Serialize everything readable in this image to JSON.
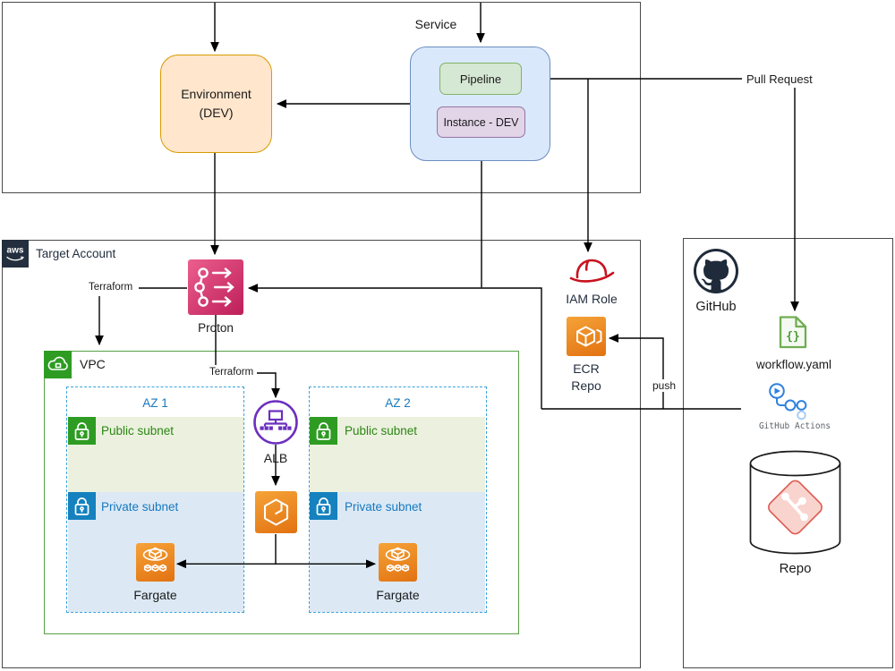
{
  "colors": {
    "line": "#000000",
    "frame": "#4a4a4a",
    "textdark": "#1a1a1a",
    "awsnavy": "#232F3E",
    "envfill": "#FFE6CC",
    "envborder": "#D79B00",
    "svcfill": "#DAE8FC",
    "svcborder": "#6C8EBF",
    "pipfill": "#D5E8D4",
    "pipborder": "#82B366",
    "instfill": "#E1D5E7",
    "instborder": "#9673A6",
    "proton1": "#EC5F8E",
    "proton2": "#BD1E59",
    "iamred": "#C7131F",
    "orange1": "#F5A338",
    "orange2": "#E27211",
    "vpcborder": "#56A146",
    "icongreen": "#2E9C23",
    "azblue": "#3DA3DC",
    "bluetext": "#1778BE",
    "subnetblue": "#1581BE",
    "greentext": "#2D8515",
    "publicbg": "#EBF1DE",
    "privatebg": "#DCE9F5",
    "albpurple": "#6C2FBF",
    "ghnavy": "#1F2B3A",
    "wfgreen": "#6FAE52",
    "wffill": "#F4FAF1",
    "wftext": "#4E9A3E",
    "actionsblue": "#2F81E0",
    "actionslight": "#A9CDF4",
    "gitfill": "#F9D3CD",
    "gitstroke": "#DC5A50",
    "labelgray": "#5F6368"
  },
  "top": {
    "service_label": "Service",
    "environment_line1": "Environment",
    "environment_line2": "(DEV)",
    "pipeline_label": "Pipeline",
    "instance_label": "Instance - DEV",
    "pull_request_label": "Pull Request"
  },
  "target_account": {
    "aws_logo": "aws",
    "title": "Target Account",
    "terraform_label_1": "Terraform",
    "terraform_label_2": "Terraform",
    "proton_label": "Proton",
    "iam_role_label": "IAM Role",
    "ecr_line1": "ECR",
    "ecr_line2": "Repo",
    "push_label": "push"
  },
  "vpc": {
    "label": "VPC",
    "alb_label": "ALB",
    "az1": {
      "title": "AZ 1",
      "public": "Public subnet",
      "private": "Private subnet",
      "fargate": "Fargate"
    },
    "az2": {
      "title": "AZ 2",
      "public": "Public subnet",
      "private": "Private subnet",
      "fargate": "Fargate"
    }
  },
  "github": {
    "title": "GitHub",
    "workflow_label": "workflow.yaml",
    "actions_label": "GitHub Actions",
    "repo_label": "Repo"
  }
}
